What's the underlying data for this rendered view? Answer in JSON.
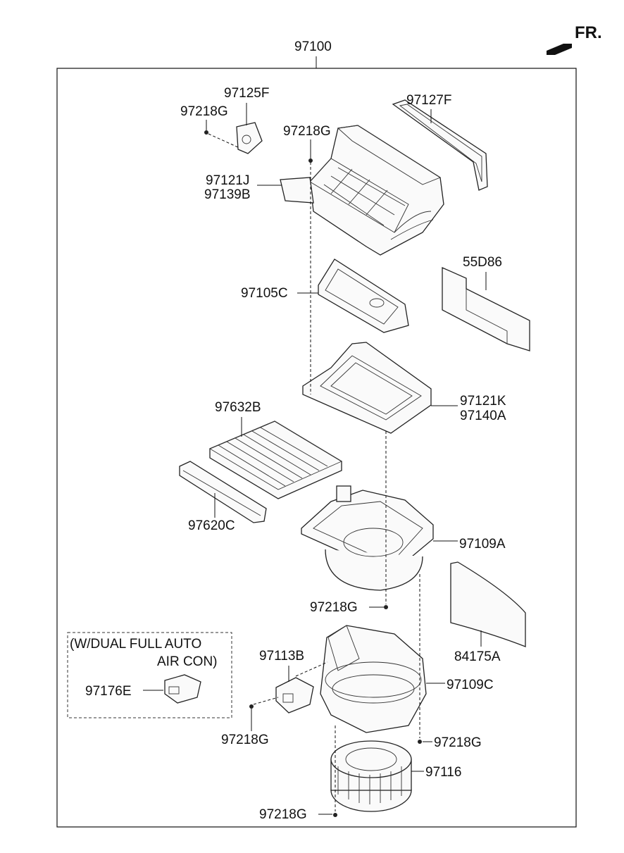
{
  "direction": {
    "label": "FR."
  },
  "labels": {
    "assembly": "97100",
    "p97125F": "97125F",
    "p97218G_a": "97218G",
    "p97218G_b": "97218G",
    "p97127F": "97127F",
    "p97121J": "97121J",
    "p97139B": "97139B",
    "p55D86": "55D86",
    "p97105C": "97105C",
    "p97121K": "97121K",
    "p97140A": "97140A",
    "p97632B": "97632B",
    "p97620C": "97620C",
    "p97109A": "97109A",
    "p97218G_c": "97218G",
    "p84175A": "84175A",
    "p97113B": "97113B",
    "p97109C": "97109C",
    "p97176E": "97176E",
    "p97218G_d": "97218G",
    "p97218G_e": "97218G",
    "p97116": "97116",
    "p97218G_f": "97218G"
  },
  "option_box": {
    "line1": "(W/DUAL FULL AUTO",
    "line2": "AIR CON)"
  }
}
